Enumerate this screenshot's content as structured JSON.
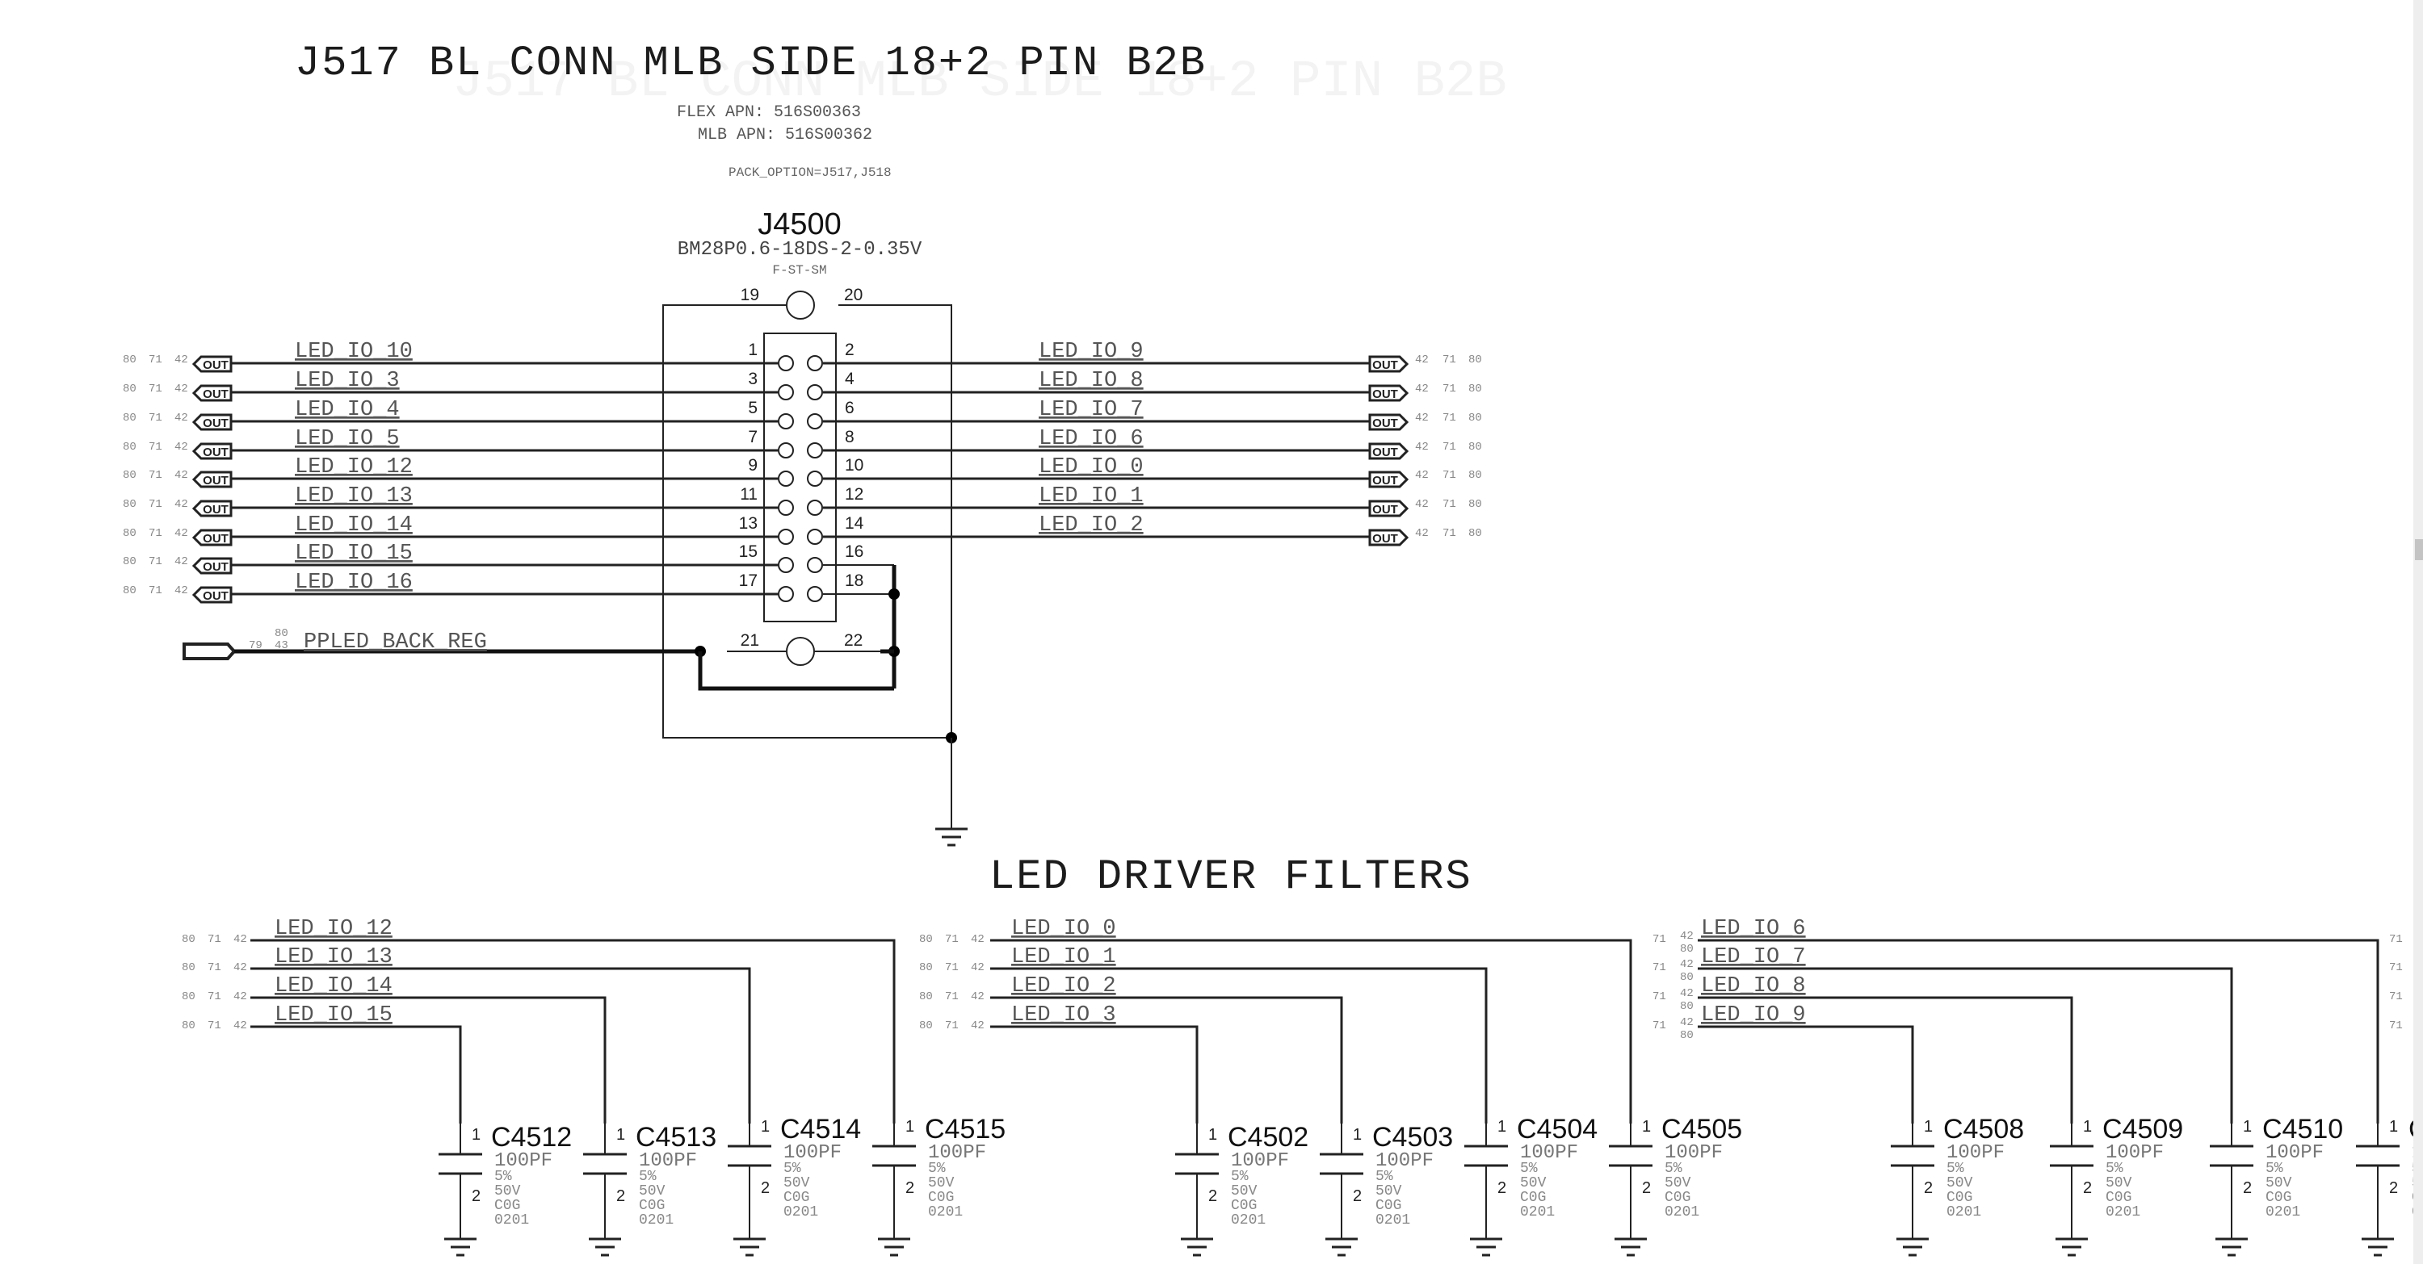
{
  "sheet": {
    "title": "J517 BL CONN MLB SIDE 18+2 PIN B2B",
    "ghost_text": "J517 BL CONN MLB SIDE 18+2 PIN B2B",
    "flex_apn": "FLEX APN: 516S00363",
    "mlb_apn": "MLB APN: 516S00362",
    "pack_option": "PACK_OPTION=J517,J518"
  },
  "connector": {
    "refdes": "J4500",
    "part_number": "BM28P0.6-18DS-2-0.35V",
    "variant": "F-ST-SM",
    "mount_pins_top": [
      "19",
      "20"
    ],
    "mount_pins_bottom": [
      "21",
      "22"
    ],
    "port_label": "OUT",
    "left_nets": [
      {
        "pin": "1",
        "net": "LED_IO_10",
        "xref": [
          "80",
          "71",
          "42"
        ]
      },
      {
        "pin": "3",
        "net": "LED_IO_3",
        "xref": [
          "80",
          "71",
          "42"
        ]
      },
      {
        "pin": "5",
        "net": "LED_IO_4",
        "xref": [
          "80",
          "71",
          "42"
        ]
      },
      {
        "pin": "7",
        "net": "LED_IO_5",
        "xref": [
          "80",
          "71",
          "42"
        ]
      },
      {
        "pin": "9",
        "net": "LED_IO_12",
        "xref": [
          "80",
          "71",
          "42"
        ]
      },
      {
        "pin": "11",
        "net": "LED_IO_13",
        "xref": [
          "80",
          "71",
          "42"
        ]
      },
      {
        "pin": "13",
        "net": "LED_IO_14",
        "xref": [
          "80",
          "71",
          "42"
        ]
      },
      {
        "pin": "15",
        "net": "LED_IO_15",
        "xref": [
          "80",
          "71",
          "42"
        ]
      },
      {
        "pin": "17",
        "net": "LED_IO_16",
        "xref": [
          "80",
          "71",
          "42"
        ]
      }
    ],
    "right_nets": [
      {
        "pin": "2",
        "net": "LED_IO_9",
        "xref": [
          "42",
          "71",
          "80"
        ]
      },
      {
        "pin": "4",
        "net": "LED_IO_8",
        "xref": [
          "42",
          "71",
          "80"
        ]
      },
      {
        "pin": "6",
        "net": "LED_IO_7",
        "xref": [
          "42",
          "71",
          "80"
        ]
      },
      {
        "pin": "8",
        "net": "LED_IO_6",
        "xref": [
          "42",
          "71",
          "80"
        ]
      },
      {
        "pin": "10",
        "net": "LED_IO_0",
        "xref": [
          "42",
          "71",
          "80"
        ]
      },
      {
        "pin": "12",
        "net": "LED_IO_1",
        "xref": [
          "42",
          "71",
          "80"
        ]
      },
      {
        "pin": "14",
        "net": "LED_IO_2",
        "xref": [
          "42",
          "71",
          "80"
        ]
      },
      {
        "pin": "16",
        "net": "",
        "xref": []
      },
      {
        "pin": "18",
        "net": "",
        "xref": []
      }
    ],
    "power_net": {
      "net": "PPLED_BACK_REG",
      "xref_a": "79",
      "xref_b": [
        "80",
        "43"
      ]
    }
  },
  "filters": {
    "heading": "LED DRIVER FILTERS",
    "groups": [
      {
        "nets": [
          {
            "net": "LED_IO_12",
            "xref": [
              "80",
              "71",
              "42"
            ]
          },
          {
            "net": "LED_IO_13",
            "xref": [
              "80",
              "71",
              "42"
            ]
          },
          {
            "net": "LED_IO_14",
            "xref": [
              "80",
              "71",
              "42"
            ]
          },
          {
            "net": "LED_IO_15",
            "xref": [
              "80",
              "71",
              "42"
            ]
          }
        ],
        "caps": [
          "C4512",
          "C4513",
          "C4514",
          "C4515"
        ]
      },
      {
        "nets": [
          {
            "net": "LED_IO_0",
            "xref": [
              "80",
              "71",
              "42"
            ]
          },
          {
            "net": "LED_IO_1",
            "xref": [
              "80",
              "71",
              "42"
            ]
          },
          {
            "net": "LED_IO_2",
            "xref": [
              "80",
              "71",
              "42"
            ]
          },
          {
            "net": "LED_IO_3",
            "xref": [
              "80",
              "71",
              "42"
            ]
          }
        ],
        "caps": [
          "C4502",
          "C4503",
          "C4504",
          "C4505"
        ]
      },
      {
        "nets": [
          {
            "net": "LED_IO_6",
            "xref": [
              "71",
              "42",
              "80"
            ]
          },
          {
            "net": "LED_IO_7",
            "xref": [
              "71",
              "42",
              "80"
            ]
          },
          {
            "net": "LED_IO_8",
            "xref": [
              "71",
              "42",
              "80"
            ]
          },
          {
            "net": "LED_IO_9",
            "xref": [
              "71",
              "42",
              "80"
            ]
          }
        ],
        "caps": [
          "C4508",
          "C4509",
          "C4510",
          "C"
        ]
      }
    ],
    "cap_spec": {
      "value": "100PF",
      "tolerance": "5%",
      "voltage": "50V",
      "dielectric": "C0G",
      "package": "0201",
      "pin1": "1",
      "pin2": "2"
    },
    "offpage_xref": [
      "71",
      "71",
      "71",
      "71"
    ]
  }
}
